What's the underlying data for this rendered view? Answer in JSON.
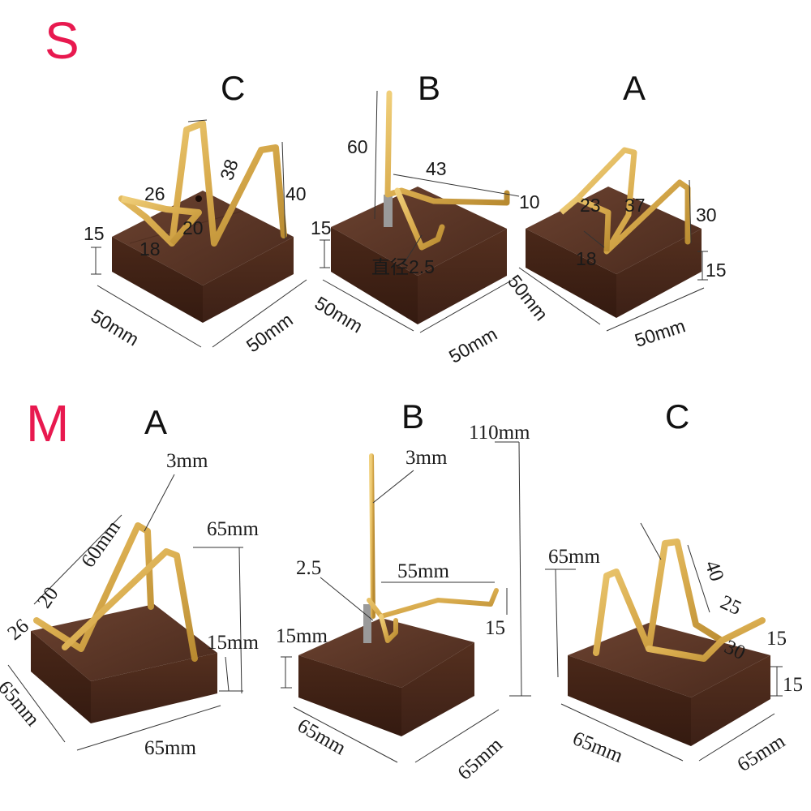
{
  "sections": {
    "s": {
      "label": "S",
      "stands": {
        "c": {
          "variant": "C",
          "dims": {
            "d26": "26",
            "d38": "38",
            "d40": "40",
            "d20": "20",
            "d15": "15",
            "d18": "18",
            "w1": "50mm",
            "w2": "50mm"
          }
        },
        "b": {
          "variant": "B",
          "dims": {
            "d60": "60",
            "d43": "43",
            "d10": "10",
            "d15": "15",
            "dia": "直径2.5",
            "w1": "50mm",
            "w2": "50mm"
          }
        },
        "a": {
          "variant": "A",
          "dims": {
            "d23": "23",
            "d37": "37",
            "d30": "30",
            "d18": "18",
            "d15": "15",
            "w1": "50mm",
            "w2": "50mm"
          }
        }
      }
    },
    "m": {
      "label": "M",
      "stands": {
        "a": {
          "variant": "A",
          "dims": {
            "wire": "3mm",
            "d60": "60mm",
            "d65": "65mm",
            "d20": "20",
            "d26": "26",
            "d15": "15mm",
            "w1": "65mm",
            "w2": "65mm"
          }
        },
        "b": {
          "variant": "B",
          "dims": {
            "d110": "110mm",
            "wire": "3mm",
            "d25": "2.5",
            "d55": "55mm",
            "d15a": "15mm",
            "d15b": "15",
            "w1": "65mm",
            "w2": "65mm"
          }
        },
        "c": {
          "variant": "C",
          "dims": {
            "d65": "65mm",
            "d40": "40",
            "d25": "25",
            "d15a": "15",
            "d30": "30",
            "d15b": "15",
            "w1": "65mm",
            "w2": "65mm"
          }
        }
      }
    }
  },
  "colors": {
    "size_label": "#e8194f",
    "walnut_top": "#5a3526",
    "walnut_side": "#3e2118",
    "brass": "#d9ac4e",
    "steel": "#9a9a9a"
  }
}
